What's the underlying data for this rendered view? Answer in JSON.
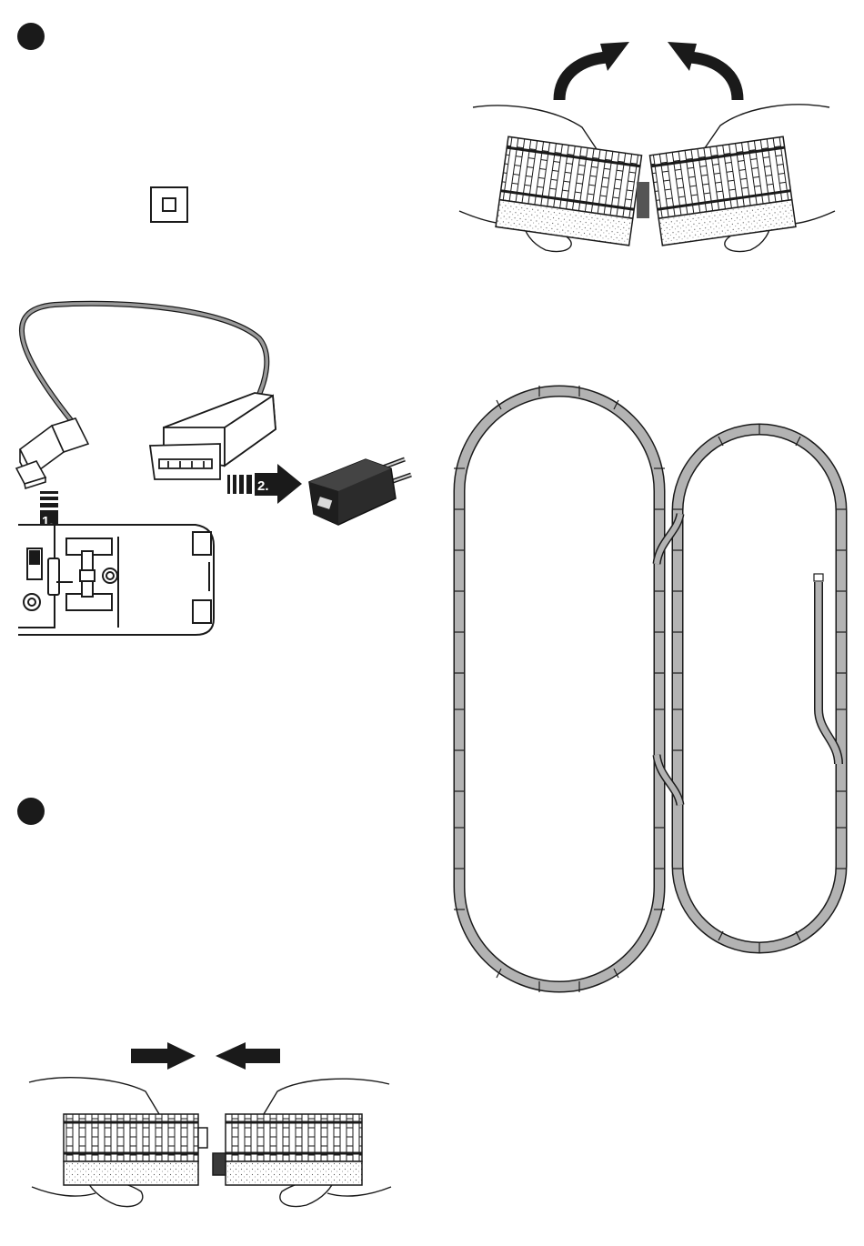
{
  "steps": {
    "charge_port_label": "1.",
    "adapter_label": "2."
  },
  "colors": {
    "ink": "#1a1a1a",
    "track_gray": "#b3b3b3",
    "cable_gray": "#8c8c8c",
    "adapter_black": "#2b2b2b"
  },
  "icons": [
    "bullet-marker",
    "double-insulation-icon",
    "usb-cable",
    "usb-power-adapter",
    "locomotive-underside",
    "track-layout",
    "hands-separating-track",
    "hands-joining-track"
  ]
}
